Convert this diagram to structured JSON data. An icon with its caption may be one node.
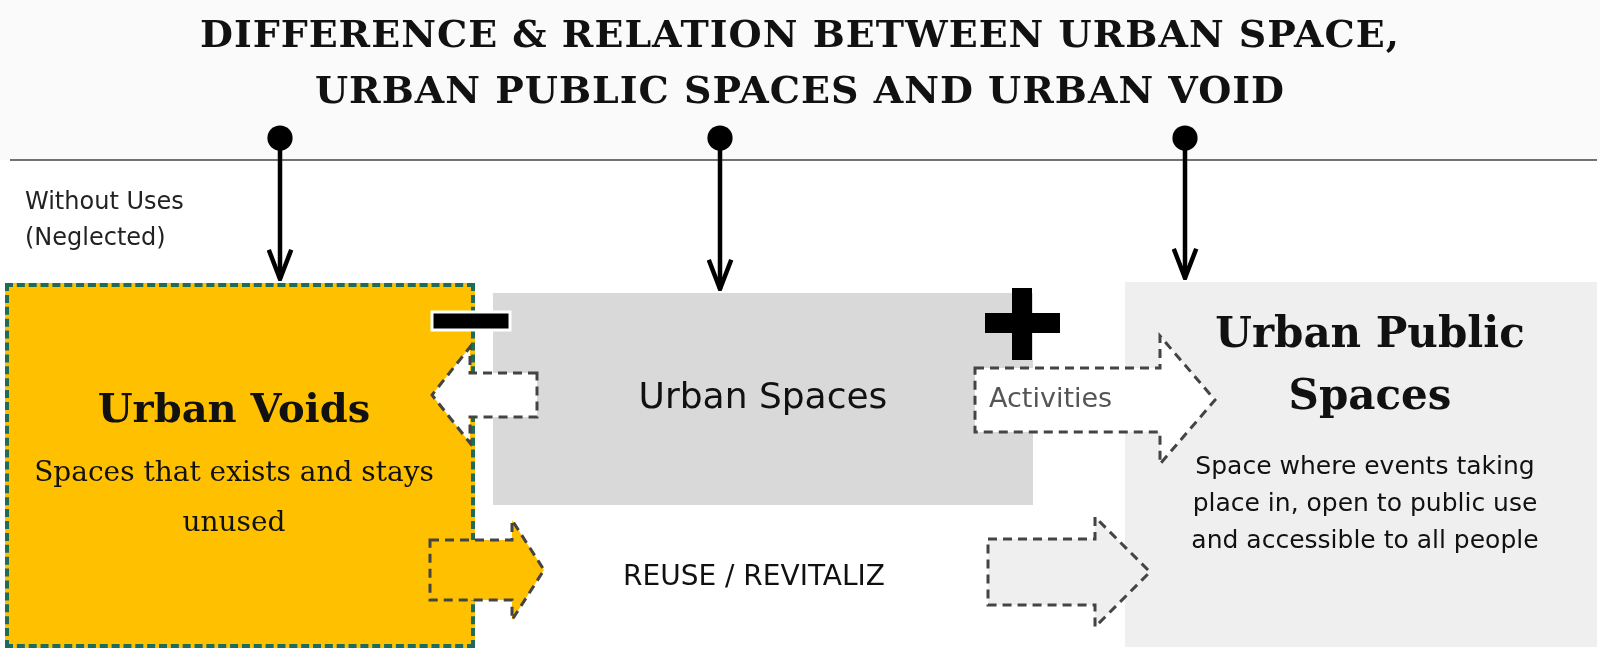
{
  "diagram": {
    "title": "DIFFERENCE & RELATION BETWEEN URBAN SPACE, URBAN PUBLIC SPACES AND URBAN VOID",
    "nodes": [
      {
        "text": [
          "Urban Voids",
          "Spaces that exists and stays unused"
        ],
        "beside": [
          "Without Uses (Neglected)"
        ]
      },
      {
        "text": [
          "Urban Spaces"
        ]
      },
      {
        "text": [
          "Urban Public Spaces",
          "Space where events taking place in, open to public use and accessible to all people"
        ]
      },
      {
        "text": [
          "REUSE / REVITALIZ"
        ]
      }
    ],
    "edges": [
      {
        "from": null,
        "to": 0,
        "arrow": "to"
      },
      {
        "from": null,
        "to": 1,
        "arrow": "to"
      },
      {
        "from": null,
        "to": 2,
        "arrow": "to"
      },
      {
        "from": 1,
        "to": 0,
        "arrow": "to",
        "style": "dashed"
      },
      {
        "from": 1,
        "to": 2,
        "arrow": "to",
        "label": "Activities",
        "style": "dashed"
      },
      {
        "from": 0,
        "to": 3,
        "arrow": "to",
        "style": "dashed"
      },
      {
        "from": 3,
        "to": 2,
        "arrow": "to",
        "style": "dashed"
      }
    ]
  }
}
